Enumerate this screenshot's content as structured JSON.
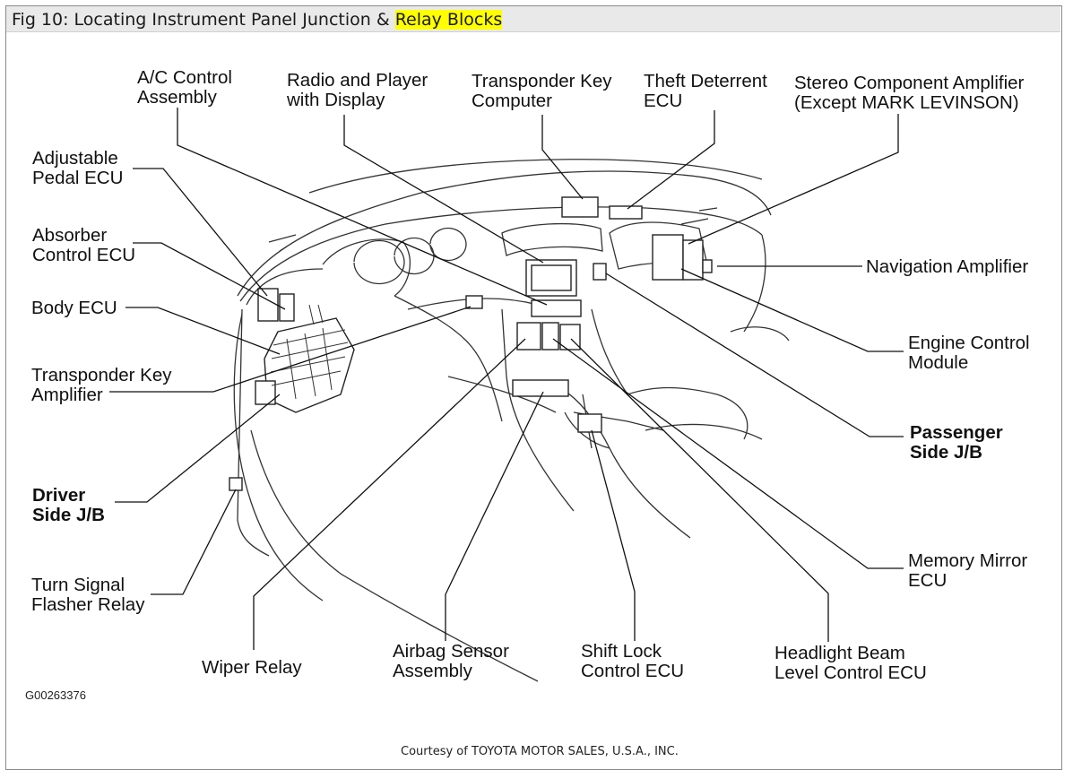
{
  "figure": {
    "title_prefix": "Fig 10: Locating Instrument Panel Junction & ",
    "title_highlight": "Relay Blocks",
    "code": "G00263376",
    "credit": "Courtesy of TOYOTA MOTOR SALES, U.S.A., INC."
  },
  "labels": {
    "ac_control": [
      "A/C Control",
      "Assembly"
    ],
    "radio": [
      "Radio and Player",
      "with Display"
    ],
    "transponder_computer": [
      "Transponder Key",
      "Computer"
    ],
    "theft": [
      "Theft Deterrent",
      "ECU"
    ],
    "stereo": [
      "Stereo Component Amplifier",
      "(Except MARK LEVINSON)"
    ],
    "adjustable_pedal": [
      "Adjustable",
      "Pedal ECU"
    ],
    "absorber": [
      "Absorber",
      "Control ECU"
    ],
    "body_ecu": [
      "Body ECU"
    ],
    "transponder_amp": [
      "Transponder Key",
      "Amplifier"
    ],
    "driver_jb": [
      "Driver",
      "Side J/B"
    ],
    "turn_signal": [
      "Turn Signal",
      "Flasher Relay"
    ],
    "wiper": [
      "Wiper Relay"
    ],
    "airbag": [
      "Airbag Sensor",
      "Assembly"
    ],
    "shift_lock": [
      "Shift Lock",
      "Control ECU"
    ],
    "headlight": [
      "Headlight Beam",
      "Level Control ECU"
    ],
    "memory_mirror": [
      "Memory Mirror",
      "ECU"
    ],
    "passenger_jb": [
      "Passenger",
      "Side J/B"
    ],
    "engine": [
      "Engine Control",
      "Module"
    ],
    "navigation": [
      "Navigation Amplifier"
    ]
  }
}
